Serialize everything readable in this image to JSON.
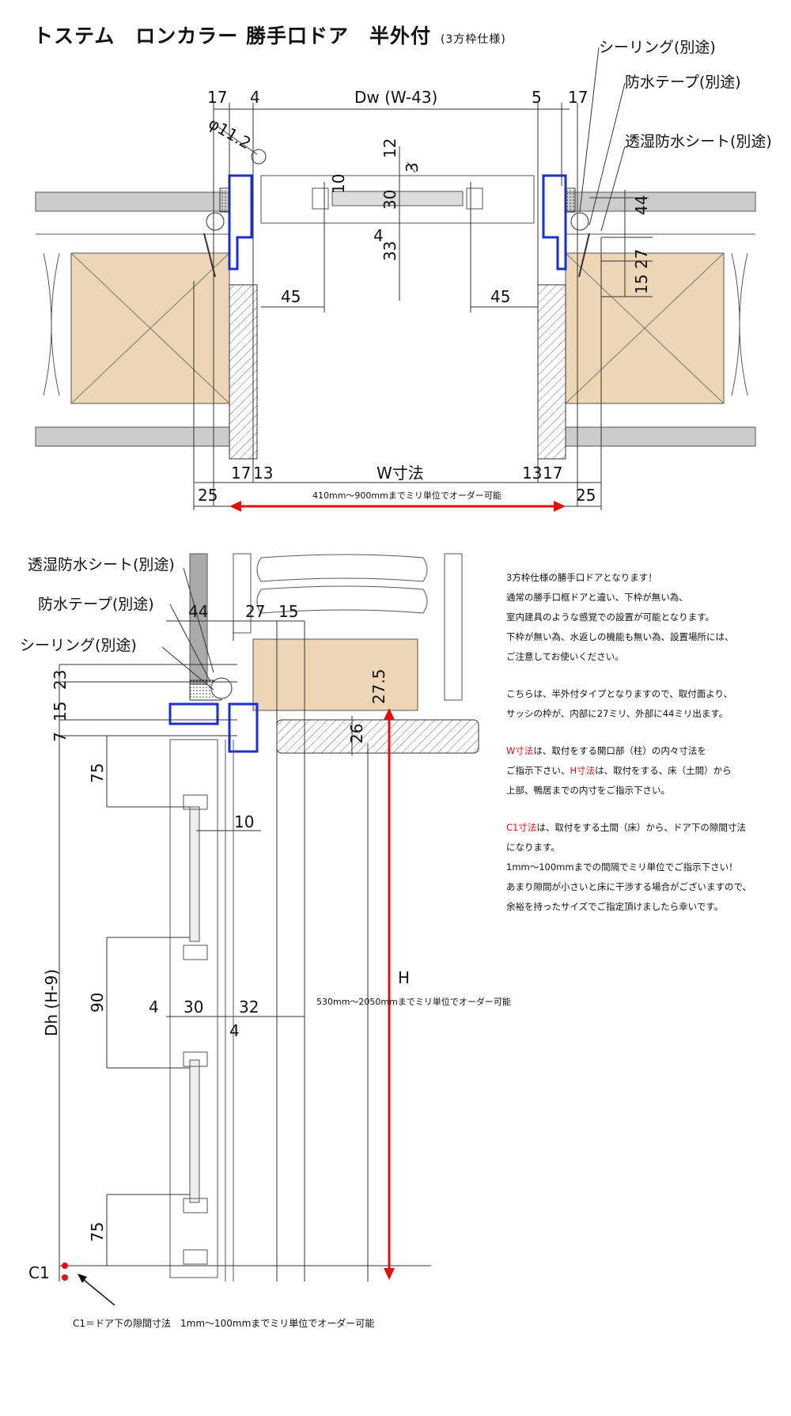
{
  "title": {
    "main": "トステム　ロンカラー 勝手口ドア　半外付",
    "sub": "(3方枠仕様)"
  },
  "plan": {
    "labels": {
      "sealing": "シーリング(別途)",
      "tape": "防水テープ(別途)",
      "sheet": "透湿防水シート(別途)"
    },
    "dims": {
      "d17a": "17",
      "d4a": "4",
      "dw": "Dw (W-43)",
      "d5": "5",
      "d17b": "17",
      "phi": "φ11.2",
      "d12": "12",
      "d3": "3",
      "d10": "10",
      "d30": "30",
      "d44": "44",
      "d4b": "4",
      "d33": "33",
      "d27": "27",
      "d15": "15",
      "d45a": "45",
      "d45b": "45",
      "b17a": "17",
      "b13a": "13",
      "b13b": "13",
      "b17b": "17",
      "b25a": "25",
      "b25b": "25"
    },
    "w_label": "W寸法",
    "w_note": "410mm～900mmまでミリ単位でオーダー可能"
  },
  "section": {
    "labels": {
      "sheet": "透湿防水シート(別途)",
      "tape": "防水テープ(別途)",
      "sealing": "シーリング(別途)"
    },
    "dims": {
      "s44": "44",
      "s27": "27",
      "s15": "15",
      "s23": "23",
      "s15b": "15",
      "s7": "7",
      "s275": "27.5",
      "s26": "26",
      "s75a": "75",
      "s10": "10",
      "s90": "90",
      "s4a": "4",
      "s30": "30",
      "s32": "32",
      "s4b": "4",
      "s75b": "75",
      "dh": "Dh (H-9)"
    },
    "h_label": "H",
    "h_note": "530mm～2050mmまでミリ単位でオーダー可能",
    "c1_label": "C1",
    "c1_note": "C1＝ドア下の隙間寸法　1mm～100mmまでミリ単位でオーダー可能"
  },
  "notes": {
    "p1": [
      "3方枠仕様の勝手口ドアとなります！",
      "通常の勝手口框ドアと違い、下枠が無い為、",
      "室内建具のような感覚での設置が可能となります。",
      "下枠が無い為、水返しの機能も無い為、設置場所には、",
      "ご注意してお使いください。"
    ],
    "p2": [
      "こちらは、半外付タイプとなりますので、取付面より、",
      "サッシの枠が、内部に27ミリ、外部に44ミリ出ます。"
    ],
    "w_red": "W寸法",
    "w_rest1": "は、取付をする開口部（柱）の内々寸法を",
    "w_rest2a": "ご指示下さい、",
    "h_red": "H寸法",
    "w_rest2b": "は、取付をする、床（土間）から",
    "w_rest3": "上部、鴨居までの内寸をご指示下さい。",
    "c1_red": "C1寸法",
    "c1_rest1": "は、取付をする土間（床）から、ドア下の隙間寸法",
    "c1_rest2": "になります。",
    "p4": [
      "1mm～100mmまでの間隔でミリ単位でご指示下さい！",
      "あまり隙間が小さいと床に干渉する場合がございますので、",
      "余裕を持ったサイズでご指定頂けましたら幸いです。"
    ]
  },
  "colors": {
    "accent_red": "#e01010",
    "frame_blue": "#1a2fd0",
    "wood": "#ecd6b6"
  }
}
